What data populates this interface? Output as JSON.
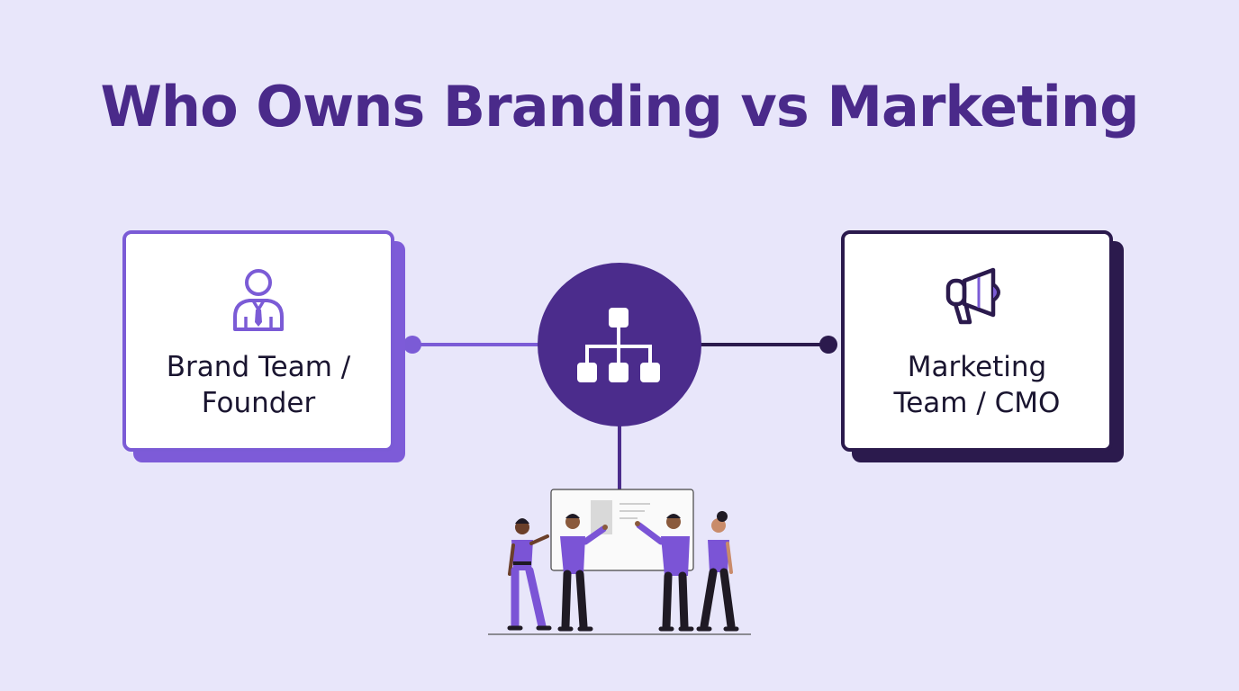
{
  "title": "Who Owns Branding vs Marketing",
  "left_card": {
    "line1": "Brand Team /",
    "line2": "Founder",
    "icon": "business-person-icon"
  },
  "right_card": {
    "line1": "Marketing",
    "line2": "Team / CMO",
    "icon": "megaphone-icon"
  },
  "hub": {
    "icon": "org-chart-icon"
  },
  "illustration": {
    "icon": "team-at-whiteboard-illustration"
  },
  "colors": {
    "background": "#e8e6fa",
    "title": "#4a2a8a",
    "brand_accent": "#7b5bd6",
    "marketing_accent": "#2b1a4d",
    "hub": "#4b2c8c"
  }
}
